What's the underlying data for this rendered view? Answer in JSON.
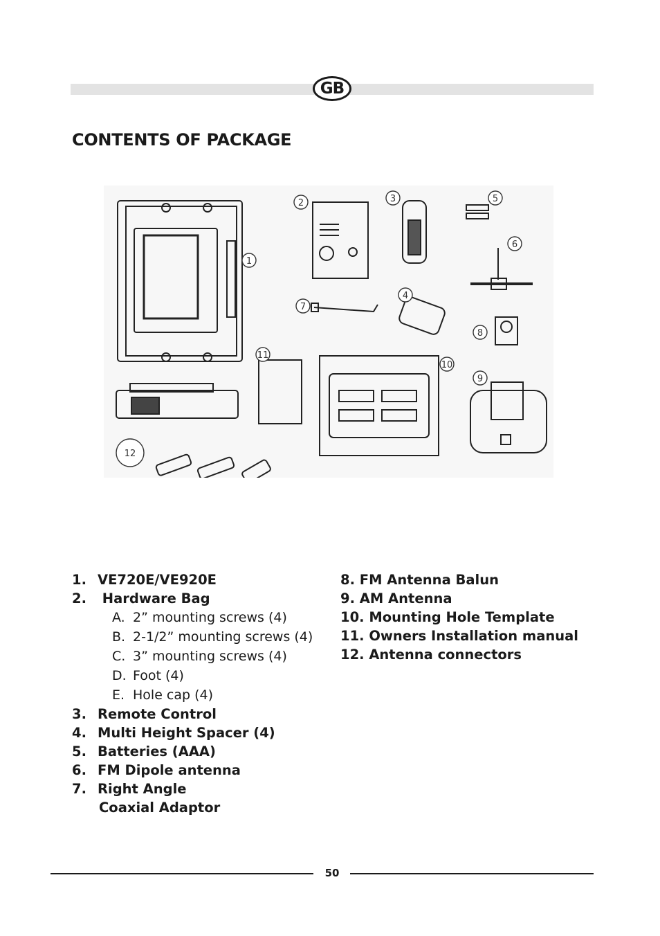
{
  "header": {
    "badge": "GB"
  },
  "title": "CONTENTS OF PACKAGE",
  "figure": {
    "callouts": [
      "1",
      "2",
      "3",
      "4",
      "5",
      "6",
      "7",
      "8",
      "9",
      "10",
      "11",
      "12"
    ]
  },
  "items_left": [
    {
      "num": "1.",
      "label": "VE720E/VE920E"
    },
    {
      "num": "2.",
      "label": " Hardware Bag"
    }
  ],
  "hardware_sub": [
    {
      "letter": "A.",
      "label": "2” mounting screws (4)"
    },
    {
      "letter": "B.",
      "label": "2-1/2” mounting screws (4)"
    },
    {
      "letter": "C.",
      "label": "3” mounting screws (4)"
    },
    {
      "letter": "D.",
      "label": "Foot (4)"
    },
    {
      "letter": "E.",
      "label": "Hole cap (4)"
    }
  ],
  "items_left2": [
    {
      "num": "3.",
      "label": "Remote Control"
    },
    {
      "num": "4.",
      "label": "Multi Height Spacer (4)"
    },
    {
      "num": "5.",
      "label": "Batteries (AAA)"
    },
    {
      "num": "6.",
      "label": "FM Dipole antenna"
    },
    {
      "num": "7.",
      "label": "Right Angle"
    }
  ],
  "item7_cont": "Coaxial Adaptor",
  "items_right": [
    "8. FM Antenna Balun",
    "9. AM Antenna",
    "10. Mounting Hole Template",
    "11. Owners Installation manual",
    "12. Antenna connectors"
  ],
  "footer": {
    "page_number": "50"
  }
}
